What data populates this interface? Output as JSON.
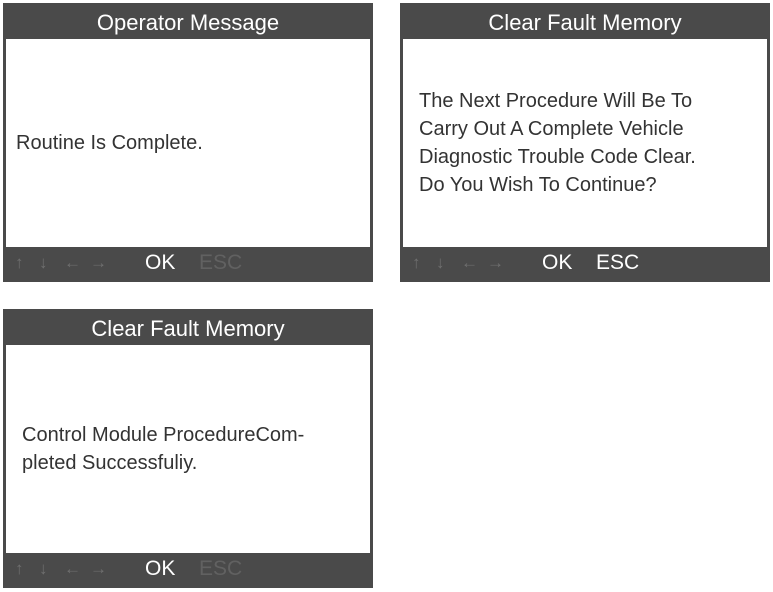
{
  "arrow_glyphs": {
    "up": "↑",
    "down": "↓",
    "left": "←",
    "right": "→"
  },
  "screens": [
    {
      "title": "Operator Message",
      "message_lines": [
        "Routine Is Complete."
      ],
      "ok_label": "OK",
      "esc_label": "ESC",
      "esc_enabled": false
    },
    {
      "title": "Clear Fault Memory",
      "message_lines": [
        "The Next Procedure Will Be To",
        "Carry Out A Complete Vehicle",
        "Diagnostic Trouble Code Clear.",
        "Do You Wish To Continue?"
      ],
      "ok_label": "OK",
      "esc_label": "ESC",
      "esc_enabled": true
    },
    {
      "title": "Clear Fault Memory",
      "message_lines": [
        "Control Module ProcedureCom-",
        "pleted Successfuliy."
      ],
      "ok_label": "OK",
      "esc_label": "ESC",
      "esc_enabled": false
    }
  ],
  "colors": {
    "bar_background": "#4a4a4a",
    "enabled_key": "#ffffff",
    "disabled_key": "#616161",
    "arrow": "#6f6f6f",
    "message_text": "#333333"
  }
}
